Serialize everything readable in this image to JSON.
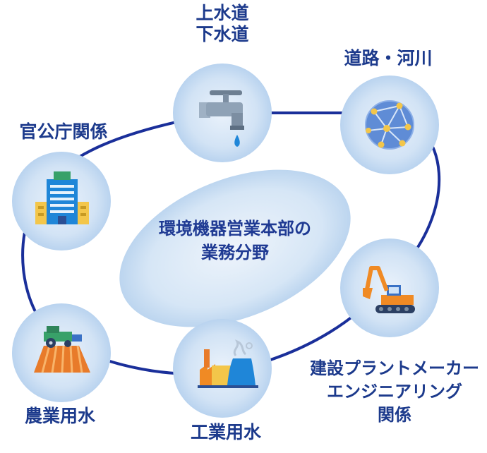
{
  "center": {
    "line1": "環境機器営業本部の",
    "line2": "業務分野"
  },
  "sectors": {
    "water": {
      "line1": "上水道",
      "line2": "下水道",
      "icon": "faucet-icon"
    },
    "road": {
      "label": "道路・河川",
      "icon": "network-globe-icon"
    },
    "gov": {
      "label": "官公庁関係",
      "icon": "office-building-icon"
    },
    "construction": {
      "line1": "建設プラントメーカー",
      "line2": "エンジニアリング",
      "line3": "関係",
      "icon": "excavator-icon"
    },
    "industry": {
      "label": "工業用水",
      "icon": "factory-icon"
    },
    "agri": {
      "label": "農業用水",
      "icon": "tractor-field-icon"
    }
  },
  "colors": {
    "ring": "#1a2f9a",
    "label": "#1c3a8c",
    "bubble": "#c8ddf3"
  }
}
